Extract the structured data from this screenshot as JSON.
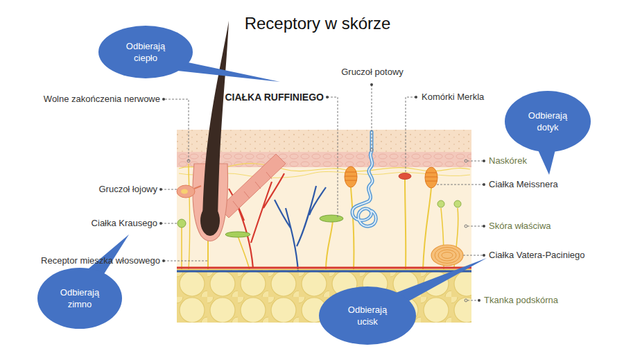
{
  "diagram": {
    "title": "Receptory w skórze",
    "nodes": [
      {
        "text": [
          "Odbierają ciepło"
        ]
      },
      {
        "text": [
          "Odbierają dotyk"
        ]
      },
      {
        "text": [
          "Odbierają zimno"
        ]
      },
      {
        "text": [
          "Odbierają ucisk"
        ]
      }
    ],
    "labels": [
      "Gruczoł potowy",
      "Wolne zakończenia nerwowe",
      "CIAŁKA RUFFINIEGO",
      "Komórki Merkla",
      "Naskórek",
      "Ciałka Meissnera",
      "Gruczoł łojowy",
      "Ciałka Krausego",
      "Skóra właściwa",
      "Receptor mieszka włosowego",
      "Ciałka Vatera-Paciniego",
      "Tkanka podskórna"
    ]
  }
}
